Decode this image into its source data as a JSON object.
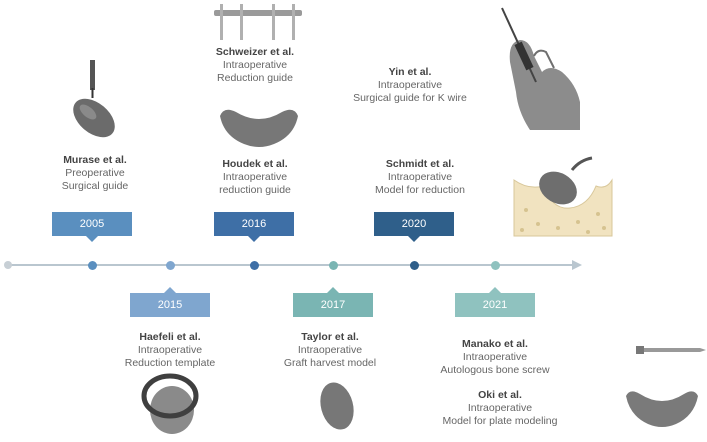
{
  "timeline": {
    "years": [
      {
        "label": "2005",
        "color": "#5a8fbf"
      },
      {
        "label": "2015",
        "color": "#7fa6cf"
      },
      {
        "label": "2016",
        "color": "#3e6fa6"
      },
      {
        "label": "2017",
        "color": "#7ab5b3"
      },
      {
        "label": "2020",
        "color": "#2f5f8a"
      },
      {
        "label": "2021",
        "color": "#8fc2bf"
      }
    ],
    "axis_color": "#b9c6cf"
  },
  "entries": [
    {
      "author": "Murase et al.",
      "line1": "Preoperative",
      "line2": "Surgical guide"
    },
    {
      "author": "Schweizer et al.",
      "line1": "Intraoperative",
      "line2": "Reduction guide"
    },
    {
      "author": "Houdek et al.",
      "line1": "Intraoperative",
      "line2": "reduction guide"
    },
    {
      "author": "Yin et al.",
      "line1": "Intraoperative",
      "line2": "Surgical guide for K wire"
    },
    {
      "author": "Schmidt et al.",
      "line1": "Intraoperative",
      "line2": "Model for reduction"
    },
    {
      "author": "Haefeli et al.",
      "line1": "Intraoperative",
      "line2": "Reduction template"
    },
    {
      "author": "Taylor et al.",
      "line1": "Intraoperative",
      "line2": "Graft harvest model"
    },
    {
      "author": "Manako et al.",
      "line1": "Intraoperative",
      "line2": "Autologous bone screw"
    },
    {
      "author": "Oki et al.",
      "line1": "Intraoperative",
      "line2": "Model for plate modeling"
    }
  ],
  "icons": {
    "drill": "drill-icon",
    "guide": "reduction-guide-icon",
    "bone": "scaphoid-bone-icon",
    "hand": "hand-kwire-icon",
    "joint": "joint-model-icon",
    "template": "ring-template-icon",
    "screw": "bone-screw-icon"
  }
}
